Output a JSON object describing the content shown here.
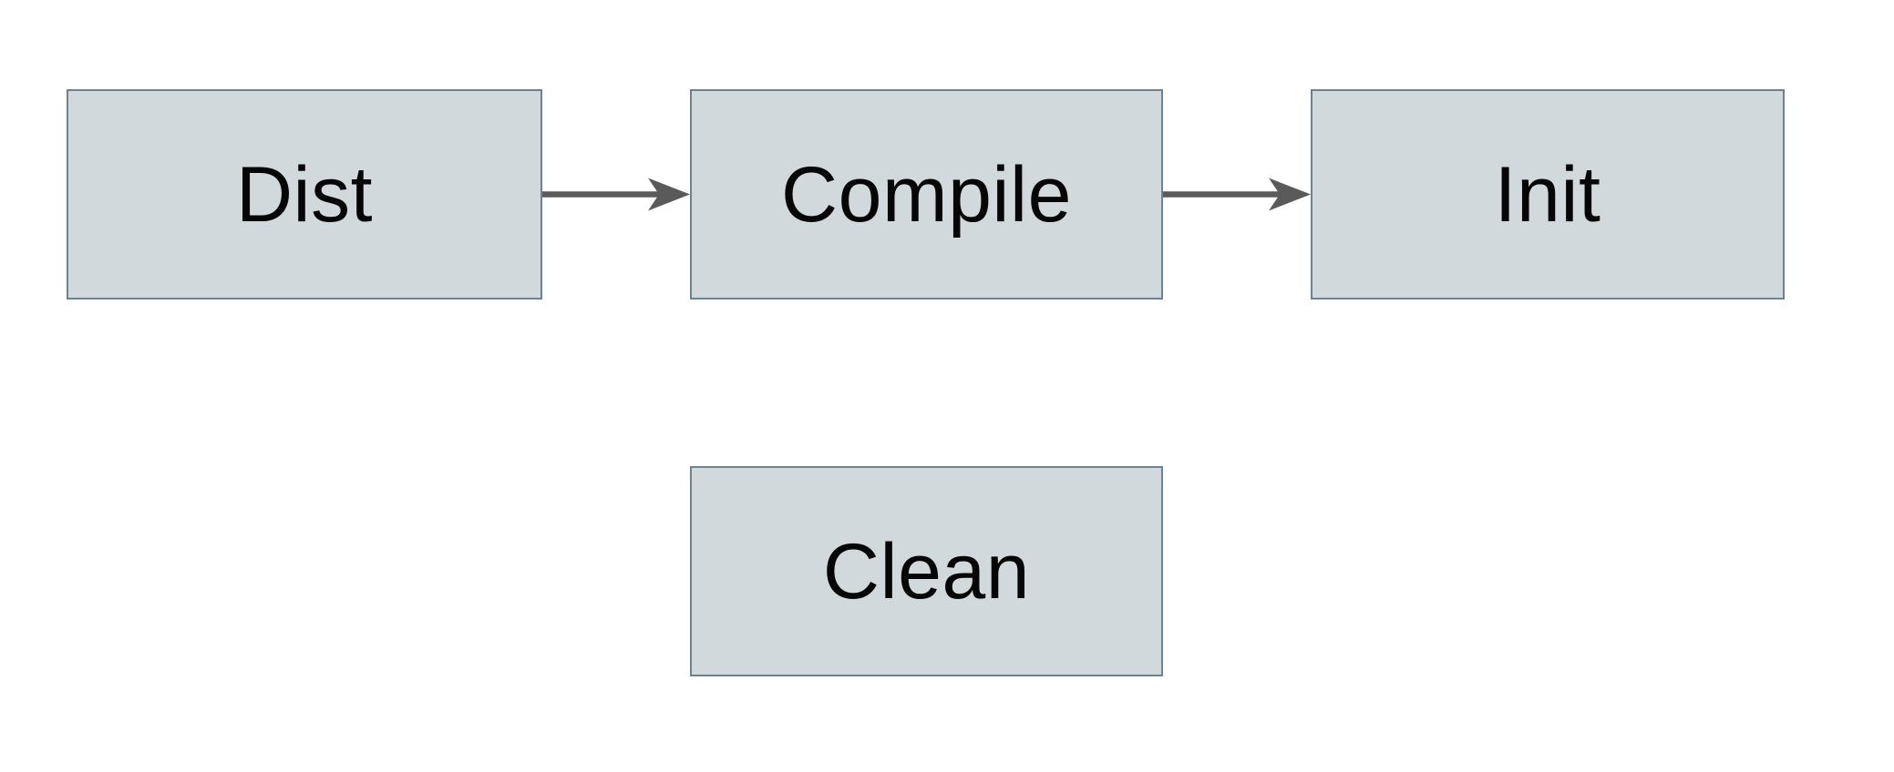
{
  "diagram": {
    "type": "flowchart",
    "background": "#ffffff",
    "nodes": [
      {
        "id": "dist",
        "label": "Dist"
      },
      {
        "id": "compile",
        "label": "Compile"
      },
      {
        "id": "init",
        "label": "Init"
      },
      {
        "id": "clean",
        "label": "Clean"
      }
    ],
    "edges": [
      {
        "from": "dist",
        "to": "compile",
        "direction": "right"
      },
      {
        "from": "compile",
        "to": "init",
        "direction": "right"
      }
    ],
    "colors": {
      "node_fill": "#d2d9dc",
      "node_border": "#6d8290",
      "arrow": "#5a5a5a",
      "text": "#060606",
      "background": "#ffffff"
    }
  }
}
